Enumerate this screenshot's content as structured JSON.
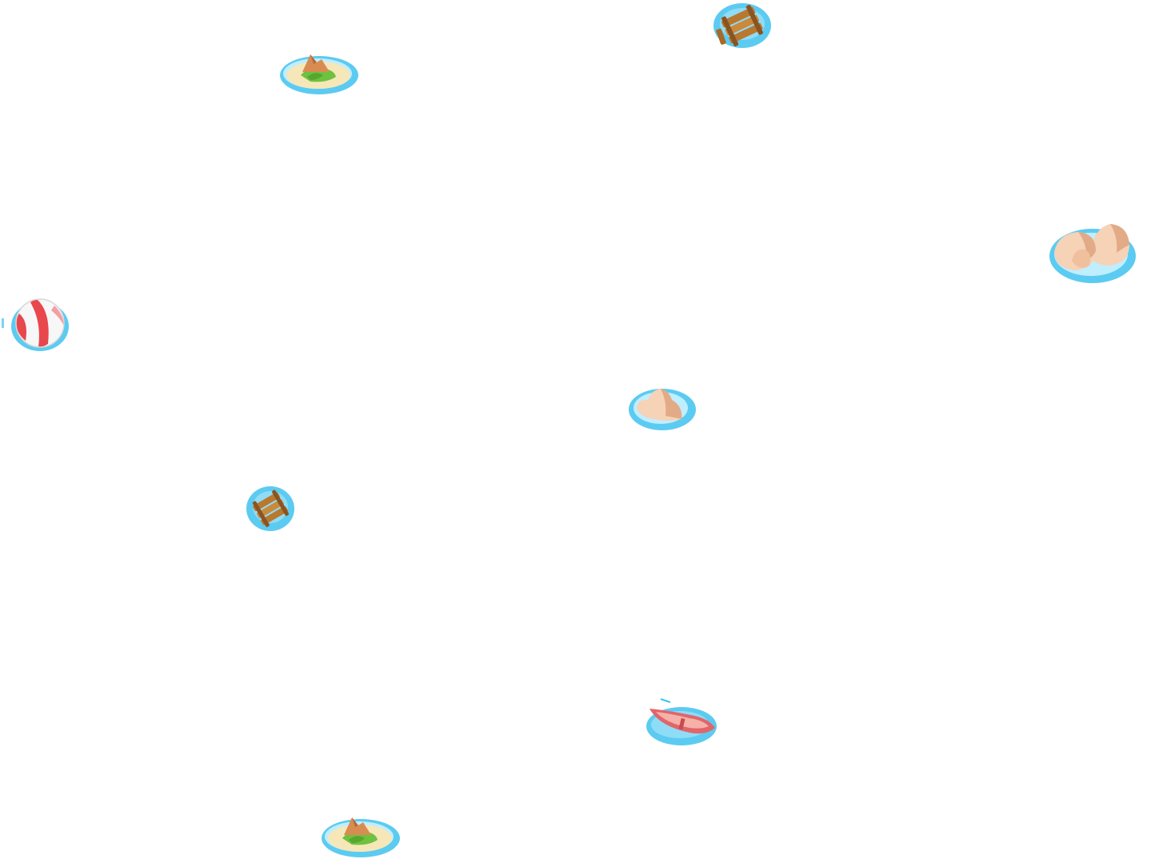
{
  "scene": {
    "background": "#ffffff",
    "water_color": "#3fc2ee",
    "water_highlight": "#bfeeff",
    "sprites": [
      {
        "name": "sand-island-sprite",
        "kind": "island",
        "count_index": 1
      },
      {
        "name": "wooden-dock-sprite",
        "kind": "dock",
        "count_index": 1
      },
      {
        "name": "rock-cluster-sprite",
        "kind": "rocks",
        "count_index": 1
      },
      {
        "name": "beach-ball-sprite",
        "kind": "beach-ball",
        "count_index": 1
      },
      {
        "name": "single-rock-sprite",
        "kind": "rock",
        "count_index": 1
      },
      {
        "name": "wooden-dock-sprite",
        "kind": "dock",
        "count_index": 2
      },
      {
        "name": "rowboat-sprite",
        "kind": "boat",
        "count_index": 1
      },
      {
        "name": "sand-island-sprite",
        "kind": "island",
        "count_index": 2
      }
    ],
    "colors": {
      "sand": "#f6e7b8",
      "grass": "#6dc23f",
      "mountain": "#d98c52",
      "wood": "#b9782f",
      "wood_dark": "#8a5420",
      "rock": "#f6d2b7",
      "rock_shadow": "#e2aa86",
      "ball_red": "#e8474c",
      "ball_white": "#f7f7f7",
      "boat_red": "#e1656b",
      "boat_inner": "#f6b1a8"
    }
  }
}
